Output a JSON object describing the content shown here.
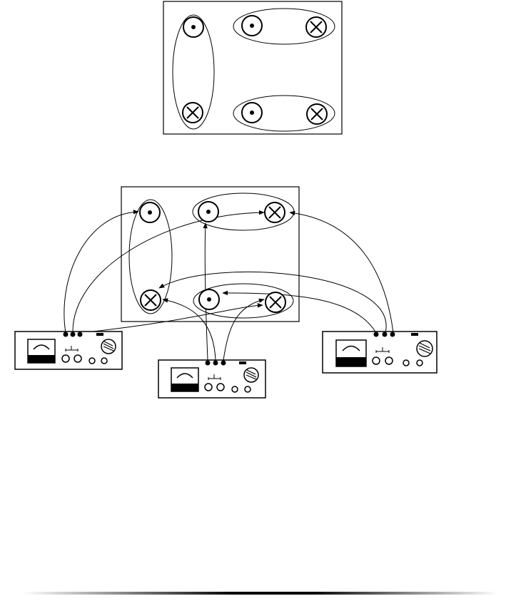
{
  "diagram": {
    "colors": {
      "line": "#000000",
      "background": "#ffffff",
      "panel_fill": "#ffffff",
      "meter_dark": "#000000",
      "footer_gradient_mid": "#000000",
      "footer_gradient_edge": "#ffffff"
    },
    "top_panel": {
      "circles": [
        {
          "symbol": "dot",
          "icon": "dot-in-circle-icon"
        },
        {
          "symbol": "dot",
          "icon": "dot-in-circle-icon"
        },
        {
          "symbol": "cross",
          "icon": "cross-in-circle-icon"
        },
        {
          "symbol": "cross",
          "icon": "cross-in-circle-icon"
        },
        {
          "symbol": "dot",
          "icon": "dot-in-circle-icon"
        },
        {
          "symbol": "cross",
          "icon": "cross-in-circle-icon"
        }
      ],
      "pairs": [
        "vertical-left",
        "top-right",
        "bottom-right"
      ]
    },
    "bottom_panel": {
      "circles": [
        {
          "symbol": "dot",
          "icon": "dot-in-circle-icon"
        },
        {
          "symbol": "dot",
          "icon": "dot-in-circle-icon"
        },
        {
          "symbol": "cross",
          "icon": "cross-in-circle-icon"
        },
        {
          "symbol": "cross",
          "icon": "cross-in-circle-icon"
        },
        {
          "symbol": "dot",
          "icon": "dot-in-circle-icon"
        },
        {
          "symbol": "cross",
          "icon": "cross-in-circle-icon"
        }
      ],
      "pairs": [
        "vertical-left",
        "top-right",
        "bottom-right"
      ]
    },
    "instruments": [
      {
        "name": "left-meter",
        "icon": "meter-box-icon",
        "terminals": 3
      },
      {
        "name": "center-meter",
        "icon": "meter-box-icon",
        "terminals": 3
      },
      {
        "name": "right-meter",
        "icon": "meter-box-icon",
        "terminals": 3
      }
    ]
  }
}
